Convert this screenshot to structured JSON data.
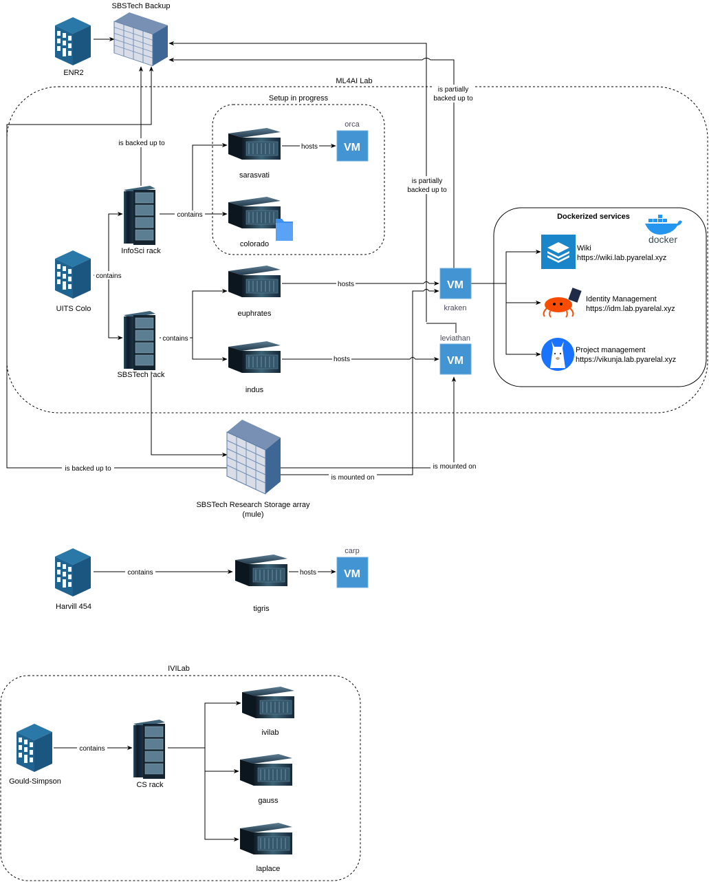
{
  "groups": {
    "ml4ai": "ML4AI Lab",
    "setup": "Setup in progress",
    "docker": "Dockerized services",
    "ivilab": "IVILab"
  },
  "nodes": {
    "enr2": "ENR2",
    "sbstech_backup": "SBSTech Backup",
    "uits_colo": "UITS Colo",
    "infosci_rack": "InfoSci rack",
    "sbstech_rack": "SBSTech rack",
    "sarasvati": "sarasvati",
    "colorado": "colorado",
    "euphrates": "euphrates",
    "indus": "indus",
    "orca": "orca",
    "kraken": "kraken",
    "leviathan": "leviathan",
    "storage_line1": "SBSTech Research Storage array",
    "storage_line2": "(mule)",
    "harvill": "Harvill 454",
    "tigris": "tigris",
    "carp": "carp",
    "gould": "Gould-Simpson",
    "cs_rack": "CS rack",
    "ivilab": "ivilab",
    "gauss": "gauss",
    "laplace": "laplace",
    "vm_glyph": "VM",
    "docker_logo": "docker"
  },
  "services": [
    {
      "name": "Wiki",
      "url": "https://wiki.lab.pyarelal.xyz",
      "icon": "bookstack-icon"
    },
    {
      "name": "Identity Management",
      "url": "https://idm.lab.pyarelal.xyz",
      "icon": "ferris-crab-icon"
    },
    {
      "name": "Project management",
      "url": "https://vikunja.lab.pyarelal.xyz",
      "icon": "vikunja-llama-icon"
    }
  ],
  "edges": {
    "contains": "contains",
    "hosts": "hosts",
    "is_backed_up_to": "is backed up to",
    "partially_l1": "is partially",
    "partially_l2": "backed up to",
    "is_mounted_on": "is mounted on"
  },
  "colors": {
    "vm_blue": "#4394d2",
    "building_blue": "#1f6391",
    "storage_blue": "#6f8db5",
    "server_dark": "#1e3344"
  }
}
